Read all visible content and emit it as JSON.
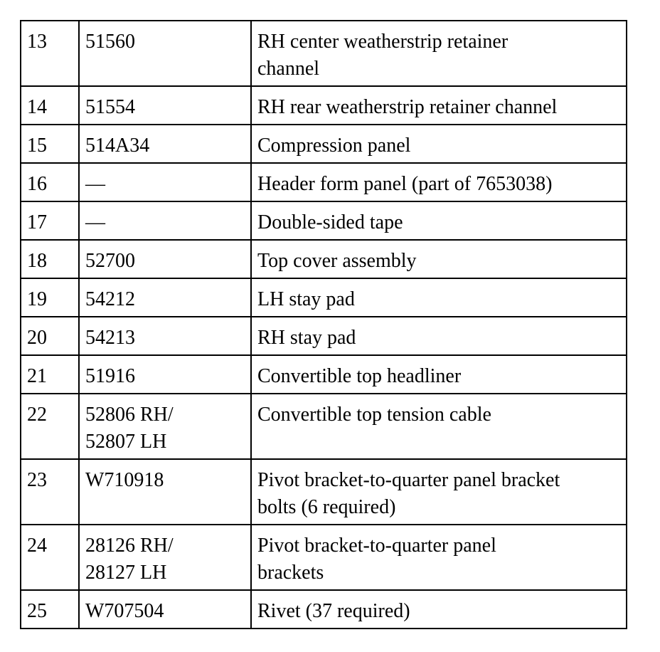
{
  "table": {
    "rows": [
      {
        "item": "13",
        "part": "51560",
        "description": "RH center weatherstrip retainer\nchannel"
      },
      {
        "item": "14",
        "part": "51554",
        "description": "RH rear weatherstrip retainer channel"
      },
      {
        "item": "15",
        "part": "514A34",
        "description": "Compression panel"
      },
      {
        "item": "16",
        "part": "—",
        "description": "Header form panel (part of 7653038)"
      },
      {
        "item": "17",
        "part": "—",
        "description": "Double-sided tape"
      },
      {
        "item": "18",
        "part": "52700",
        "description": "Top cover assembly"
      },
      {
        "item": "19",
        "part": "54212",
        "description": "LH stay pad"
      },
      {
        "item": "20",
        "part": "54213",
        "description": "RH stay pad"
      },
      {
        "item": "21",
        "part": "51916",
        "description": "Convertible top headliner"
      },
      {
        "item": "22",
        "part": "52806 RH/\n52807 LH",
        "description": "Convertible top tension cable"
      },
      {
        "item": "23",
        "part": "W710918",
        "description": "Pivot bracket-to-quarter panel bracket\nbolts (6 required)"
      },
      {
        "item": "24",
        "part": "28126 RH/\n28127 LH",
        "description": "Pivot bracket-to-quarter panel\nbrackets"
      },
      {
        "item": "25",
        "part": "W707504",
        "description": "Rivet (37 required)"
      }
    ]
  }
}
